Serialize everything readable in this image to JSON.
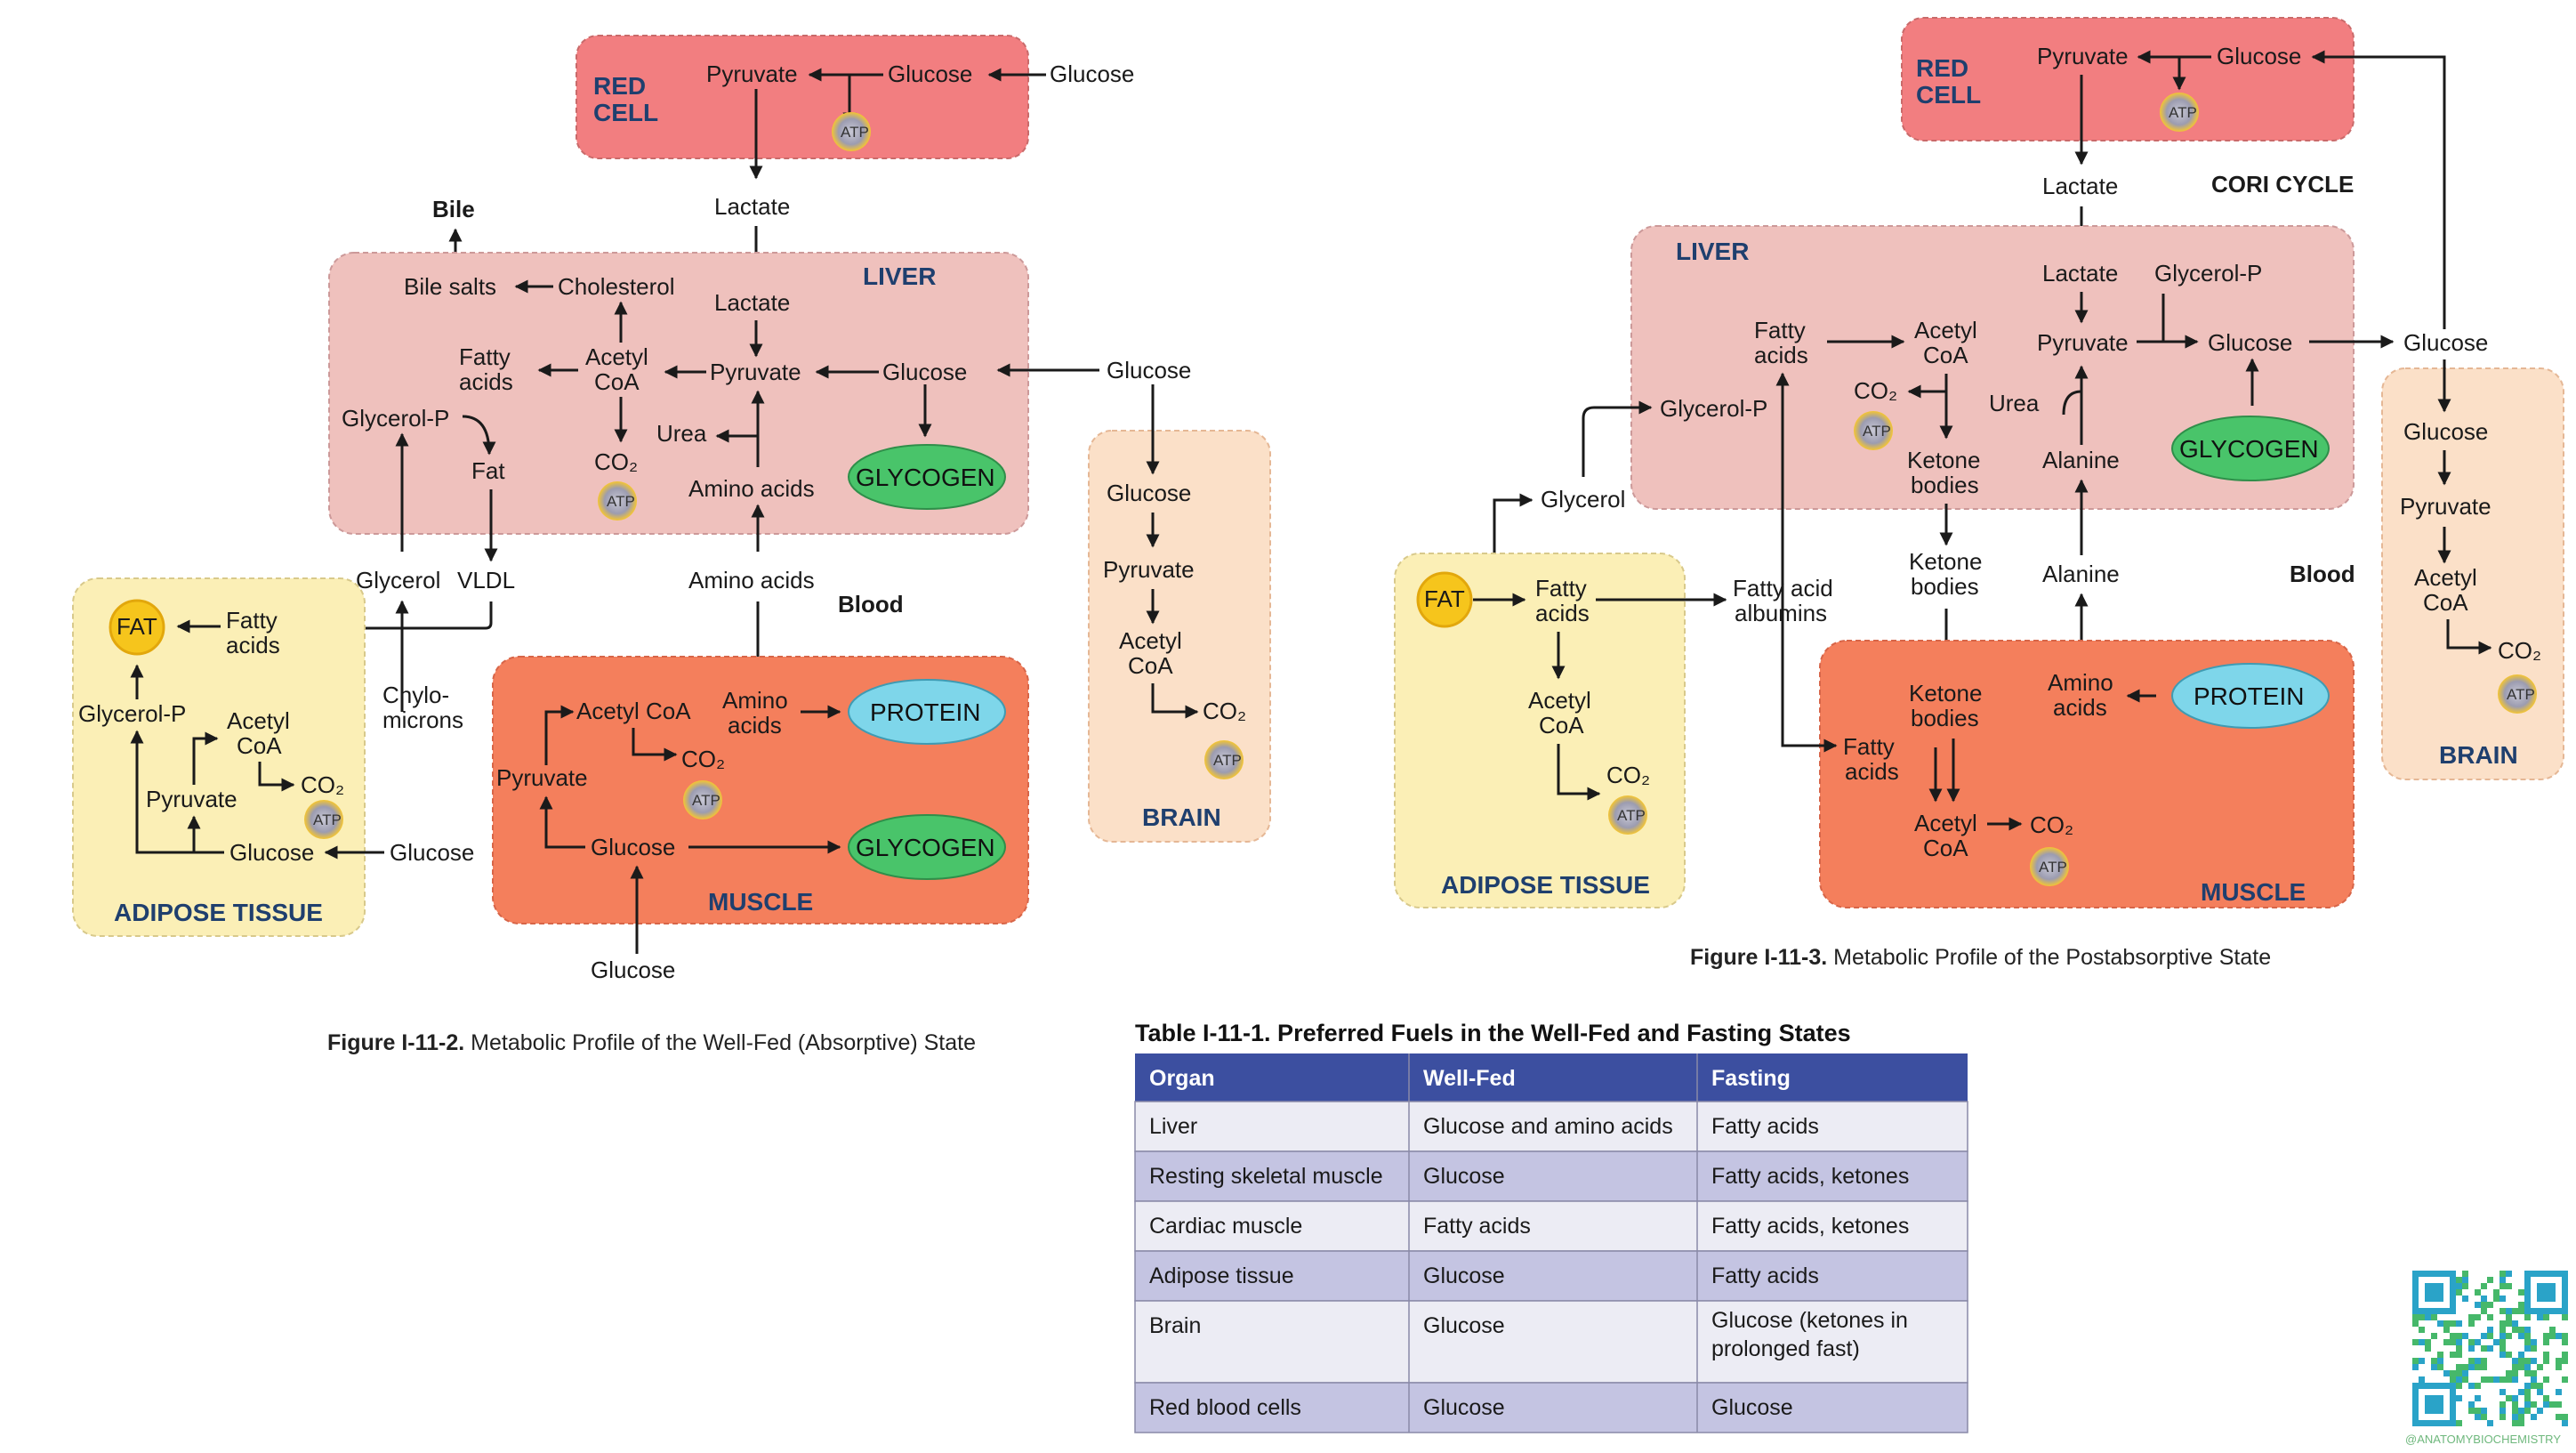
{
  "fig2": {
    "red_cell": "RED CELL",
    "liver": "LIVER",
    "muscle": "MUSCLE",
    "adipose": "ADIPOSE TISSUE",
    "brain": "BRAIN",
    "pyruvate": "Pyruvate",
    "glucose": "Glucose",
    "lactate": "Lactate",
    "bile": "Bile",
    "bile_salts": "Bile salts",
    "cholesterol": "Cholesterol",
    "fatty_acids": "Fatty acids",
    "acetyl_coa": "Acetyl CoA",
    "glycerol_p": "Glycerol-P",
    "fat": "Fat",
    "co2": "CO2",
    "urea": "Urea",
    "amino_acids": "Amino acids",
    "glycogen": "GLYCOGEN",
    "glycerol": "Glycerol",
    "vldl": "VLDL",
    "blood": "Blood",
    "chylomicrons": "Chylo-microns",
    "fat_node": "FAT",
    "protein": "PROTEIN",
    "atp": "ATP",
    "caption_label": "Figure I-11-2.",
    "caption_text": "Metabolic Profile of the Well-Fed (Absorptive) State"
  },
  "fig3": {
    "red_cell": "RED CELL",
    "cori_cycle": "CORI CYCLE",
    "liver": "LIVER",
    "muscle": "MUSCLE",
    "adipose": "ADIPOSE TISSUE",
    "brain": "BRAIN",
    "pyruvate": "Pyruvate",
    "glucose": "Glucose",
    "lactate": "Lactate",
    "glycerol_p": "Glycerol-P",
    "fatty_acids": "Fatty acids",
    "acetyl_coa": "Acetyl CoA",
    "co2": "CO2",
    "ketone_bodies": "Ketone bodies",
    "urea": "Urea",
    "alanine": "Alanine",
    "glycogen": "GLYCOGEN",
    "glycerol": "Glycerol",
    "fatty_acid_albumins": "Fatty acid albumins",
    "blood": "Blood",
    "fat_node": "FAT",
    "protein": "PROTEIN",
    "amino_acids": "Amino acids",
    "atp": "ATP",
    "caption_label": "Figure I-11-3.",
    "caption_text": "Metabolic Profile of the Postabsorptive State"
  },
  "table": {
    "title": "Table I-11-1. Preferred Fuels in the Well-Fed and Fasting States",
    "headers": [
      "Organ",
      "Well-Fed",
      "Fasting"
    ],
    "rows": [
      [
        "Liver",
        "Glucose and amino acids",
        "Fatty acids"
      ],
      [
        "Resting skeletal muscle",
        "Glucose",
        "Fatty acids, ketones"
      ],
      [
        "Cardiac muscle",
        "Fatty acids",
        "Fatty acids, ketones"
      ],
      [
        "Adipose tissue",
        "Glucose",
        "Fatty acids"
      ],
      [
        "Brain",
        "Glucose",
        "Glucose (ketones in prolonged fast)"
      ],
      [
        "Red blood cells",
        "Glucose",
        "Glucose"
      ]
    ]
  },
  "watermark": "@ANATOMYBIOCHEMISTRY",
  "colors": {
    "red_cell": "#f27e80",
    "liver": "#efc1bd",
    "muscle": "#f47f5c",
    "adipose": "#fbefb6",
    "brain": "#fbe0c8",
    "glycogen": "#49c46a",
    "protein": "#7ed6ea",
    "fat": "#f6c51c",
    "table_header": "#3c4fa0",
    "table_row_odd": "#ececf4",
    "table_row_even": "#c4c4e2"
  }
}
